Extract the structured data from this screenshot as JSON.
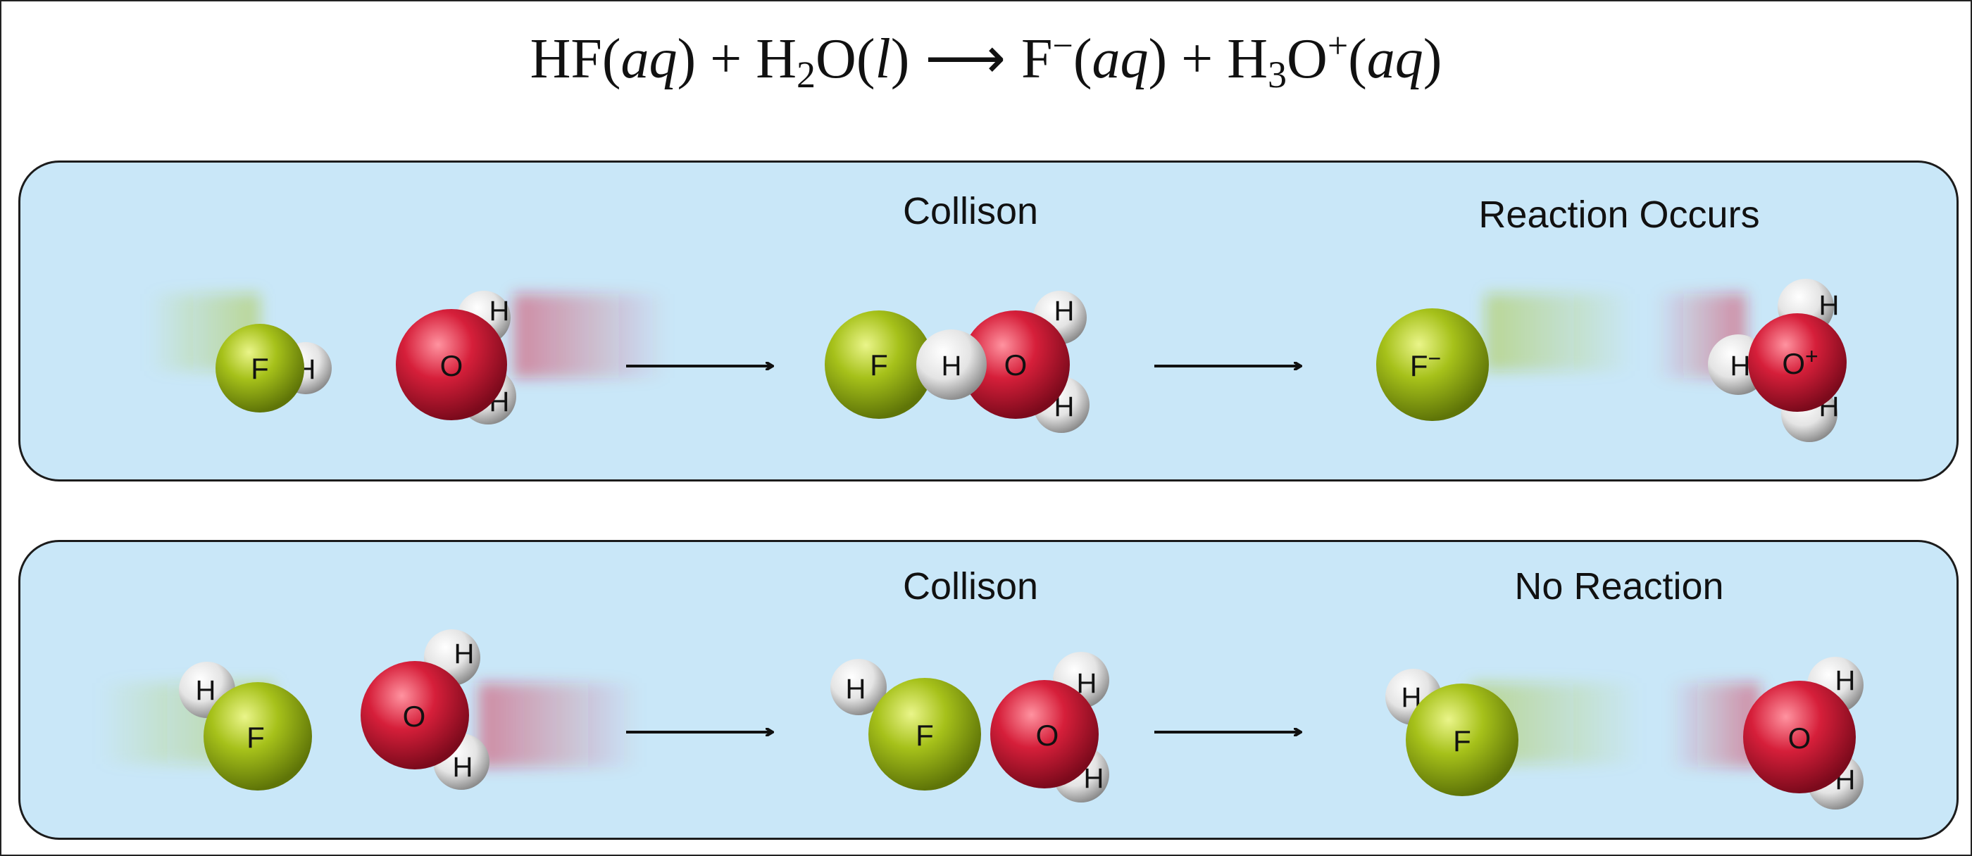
{
  "equation": {
    "hf": "HF",
    "aq1": "(",
    "aq1_phase": "aq",
    "aq1_close": ")",
    "plus1": "+",
    "h2o_h": "H",
    "h2o_sub": "2",
    "h2o_o": "O",
    "l_open": "(",
    "l_phase": "l",
    "l_close": ")",
    "arrow": "⟶",
    "f": "F",
    "f_sup": "−",
    "aq2_open": "(",
    "aq2_phase": "aq",
    "aq2_close": ")",
    "plus2": "+",
    "h3o_h": "H",
    "h3o_sub": "3",
    "h3o_o": "O",
    "h3o_sup": "+",
    "aq3_open": "(",
    "aq3_phase": "aq",
    "aq3_close": ")"
  },
  "panels": [
    {
      "id": "top",
      "labels": {
        "collision": "Collison",
        "outcome": "Reaction Occurs"
      },
      "molecules": [
        {
          "name": "hf-reactant",
          "atoms": [
            {
              "el": "H",
              "label": "H",
              "color": "white"
            },
            {
              "el": "F",
              "label": "F",
              "color": "green"
            }
          ]
        },
        {
          "name": "water-reactant",
          "atoms": [
            {
              "el": "H",
              "label": "H",
              "color": "white"
            },
            {
              "el": "H",
              "label": "H",
              "color": "white"
            },
            {
              "el": "O",
              "label": "O",
              "color": "red"
            }
          ]
        },
        {
          "name": "collision-complex",
          "atoms": [
            {
              "el": "H",
              "label": "H",
              "color": "white"
            },
            {
              "el": "H",
              "label": "H",
              "color": "white"
            },
            {
              "el": "F",
              "label": "F",
              "color": "green"
            },
            {
              "el": "O",
              "label": "O",
              "color": "red"
            },
            {
              "el": "H",
              "label": "H",
              "color": "white"
            }
          ]
        },
        {
          "name": "fluoride-ion",
          "atoms": [
            {
              "el": "F",
              "label": "F",
              "sup": "−",
              "color": "green"
            }
          ]
        },
        {
          "name": "hydronium-ion",
          "atoms": [
            {
              "el": "H",
              "label": "H",
              "color": "white"
            },
            {
              "el": "H",
              "label": "H",
              "color": "white"
            },
            {
              "el": "H",
              "label": "H",
              "color": "white"
            },
            {
              "el": "O",
              "label": "O",
              "sup": "+",
              "color": "red"
            }
          ]
        }
      ]
    },
    {
      "id": "bottom",
      "labels": {
        "collision": "Collison",
        "outcome": "No Reaction"
      },
      "molecules": [
        {
          "name": "hf-reactant",
          "atoms": [
            {
              "el": "H",
              "label": "H",
              "color": "white"
            },
            {
              "el": "F",
              "label": "F",
              "color": "green"
            }
          ]
        },
        {
          "name": "water-reactant",
          "atoms": [
            {
              "el": "H",
              "label": "H",
              "color": "white"
            },
            {
              "el": "H",
              "label": "H",
              "color": "white"
            },
            {
              "el": "O",
              "label": "O",
              "color": "red"
            }
          ]
        },
        {
          "name": "collision-pair",
          "atoms": [
            {
              "el": "H",
              "label": "H",
              "color": "white"
            },
            {
              "el": "H",
              "label": "H",
              "color": "white"
            },
            {
              "el": "H",
              "label": "H",
              "color": "white"
            },
            {
              "el": "F",
              "label": "F",
              "color": "green"
            },
            {
              "el": "O",
              "label": "O",
              "color": "red"
            }
          ]
        },
        {
          "name": "hf-product",
          "atoms": [
            {
              "el": "H",
              "label": "H",
              "color": "white"
            },
            {
              "el": "F",
              "label": "F",
              "color": "green"
            }
          ]
        },
        {
          "name": "water-product",
          "atoms": [
            {
              "el": "H",
              "label": "H",
              "color": "white"
            },
            {
              "el": "H",
              "label": "H",
              "color": "white"
            },
            {
              "el": "O",
              "label": "O",
              "color": "red"
            }
          ]
        }
      ]
    }
  ],
  "colors": {
    "panel": "#c9e7f8",
    "fluorine": "#a6c11a",
    "oxygen": "#d61f3a",
    "hydrogen": "#eeeeee"
  }
}
